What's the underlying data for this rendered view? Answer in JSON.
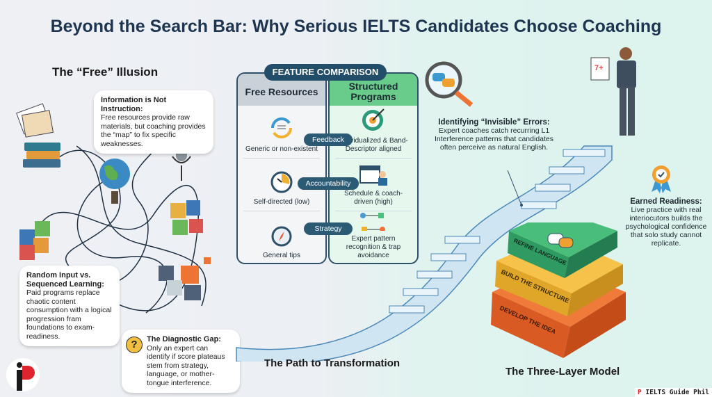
{
  "title": "Beyond the Search Bar: Why Serious IELTS Candidates Choose Coaching",
  "left": {
    "heading": "The “Free” Illusion",
    "bubble_info": {
      "title": "Information is Not Instruction:",
      "body": "Free resources provide raw materials, but coaching provides the “map” to fix specific weaknesses."
    },
    "bubble_random": {
      "title": "Random Input vs. Sequenced Learning:",
      "body": "Paid programs replace chaotic content consumption with a logical progression fram foundations to exam-readiness."
    },
    "bubble_diag": {
      "title": "The Diagnostic Gap:",
      "body": "Only an expert can identify if score plateaus stem from strategy, language, or mother-tongue interference."
    }
  },
  "comparison": {
    "heading": "FEATURE COMPARISON",
    "free_heading": "Free Resources",
    "paid_heading": "Structured Programs",
    "rows": [
      {
        "feature": "Feedback",
        "free": "Generic or non-existent",
        "paid": "Individualized & Band-Descriptor aligned"
      },
      {
        "feature": "Accountability",
        "free": "Self-directed (low)",
        "paid": "Schedule & coach-driven (high)"
      },
      {
        "feature": "Strategy",
        "free": "General tips",
        "paid": "Expert pattern recognition & trap avoidance"
      }
    ]
  },
  "path_label": "The Path to Transformation",
  "right": {
    "errors": {
      "title": "Identifying “Invisible” Errors:",
      "body": "Expert coaches catch recurring L1 Interference patterns that candidates often perceive as natural English."
    },
    "readiness": {
      "title": "Earned Readiness:",
      "body": "Live practice with real interiocutors builds the psychological confidence that solo study cannot replicate."
    },
    "certificate_score": "7+",
    "layers": [
      "REFINE LANGUAGE",
      "BUILD THE STRUCTURE",
      "DEVELOP THE IDEA"
    ],
    "model_label": "The Three-Layer Model"
  },
  "watermark": "IELTS Guide Phil",
  "colors": {
    "navy": "#1d3550",
    "green": "#4cbf7c",
    "yellow": "#f2b93a",
    "orange": "#ee7434"
  }
}
